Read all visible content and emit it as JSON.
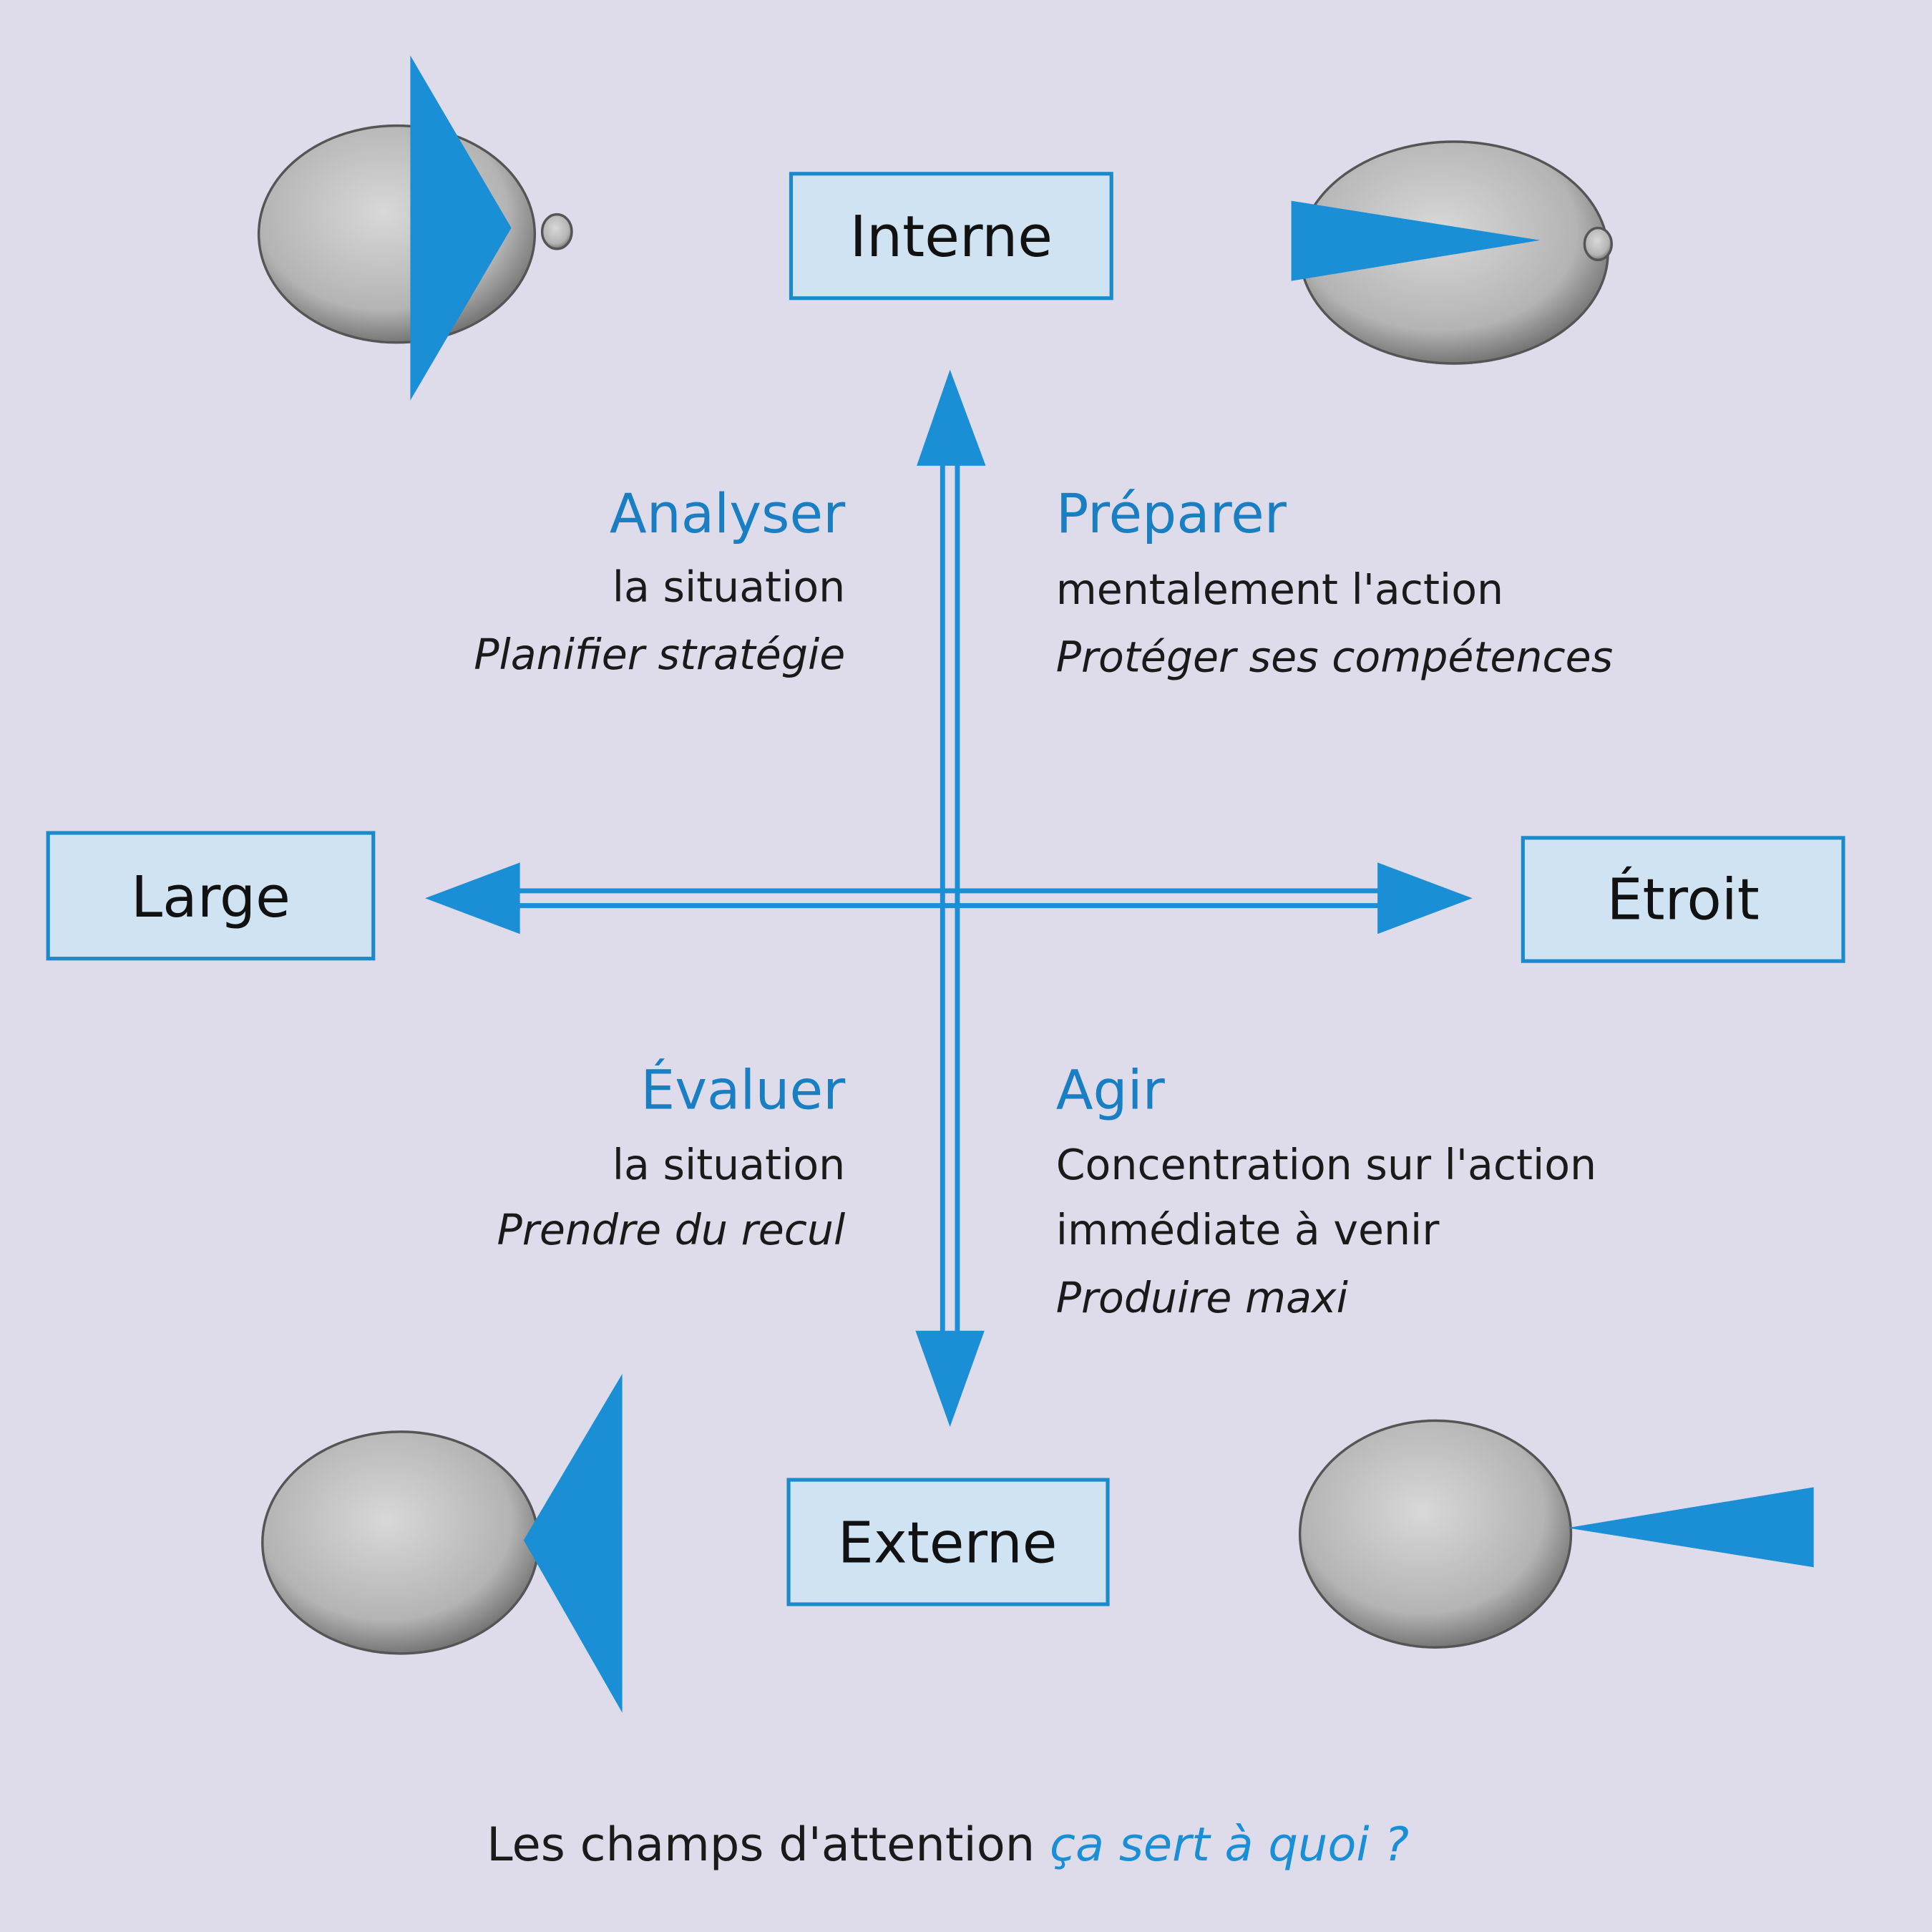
{
  "poles": {
    "top": "Interne",
    "bottom": "Externe",
    "left": "Large",
    "right": "Étroit"
  },
  "quadrants": {
    "top_left": {
      "title": "Analyser",
      "lines": [
        "la situation"
      ],
      "italic": "Planifier stratégie"
    },
    "top_right": {
      "title": "Préparer",
      "lines": [
        "mentalement l'action"
      ],
      "italic": "Protéger ses compétences"
    },
    "bottom_left": {
      "title": "Évaluer",
      "lines": [
        "la situation"
      ],
      "italic": "Prendre du recul"
    },
    "bottom_right": {
      "title": "Agir",
      "lines": [
        "Concentration sur l'action",
        "immédiate à venir"
      ],
      "italic": "Produire maxi"
    }
  },
  "caption": {
    "main": "Les champs d'attention",
    "question": "ça sert à quoi ?"
  },
  "colors": {
    "accent": "#1b8fd6",
    "box_fill": "#cfe3f3",
    "background": "#dedbeb"
  }
}
